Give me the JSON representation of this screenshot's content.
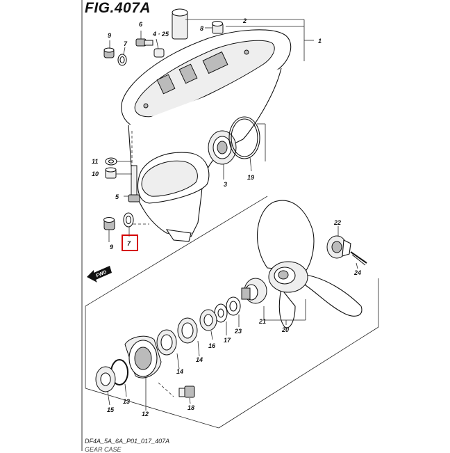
{
  "figure": {
    "title": "FIG.407A",
    "footer_code": "DF4A_5A_6A_P01_017_407A",
    "footer_caption": "GEAR CASE"
  },
  "callouts": {
    "c1": "1",
    "c2": "2",
    "c3": "3",
    "c4_25": "4 · 25",
    "c5": "5",
    "c6": "6",
    "c7_top": "7",
    "c7_sel": "7",
    "c8": "8",
    "c9_top": "9",
    "c9_bot": "9",
    "c10": "10",
    "c11": "11",
    "c12": "12",
    "c13": "13",
    "c14a": "14",
    "c14b": "14",
    "c15": "15",
    "c16": "16",
    "c17": "17",
    "c18": "18",
    "c19": "19",
    "c20": "20",
    "c21": "21",
    "c22": "22",
    "c23": "23",
    "c24": "24"
  },
  "fwd_label": "FWD",
  "colors": {
    "highlight": "#d40000"
  }
}
